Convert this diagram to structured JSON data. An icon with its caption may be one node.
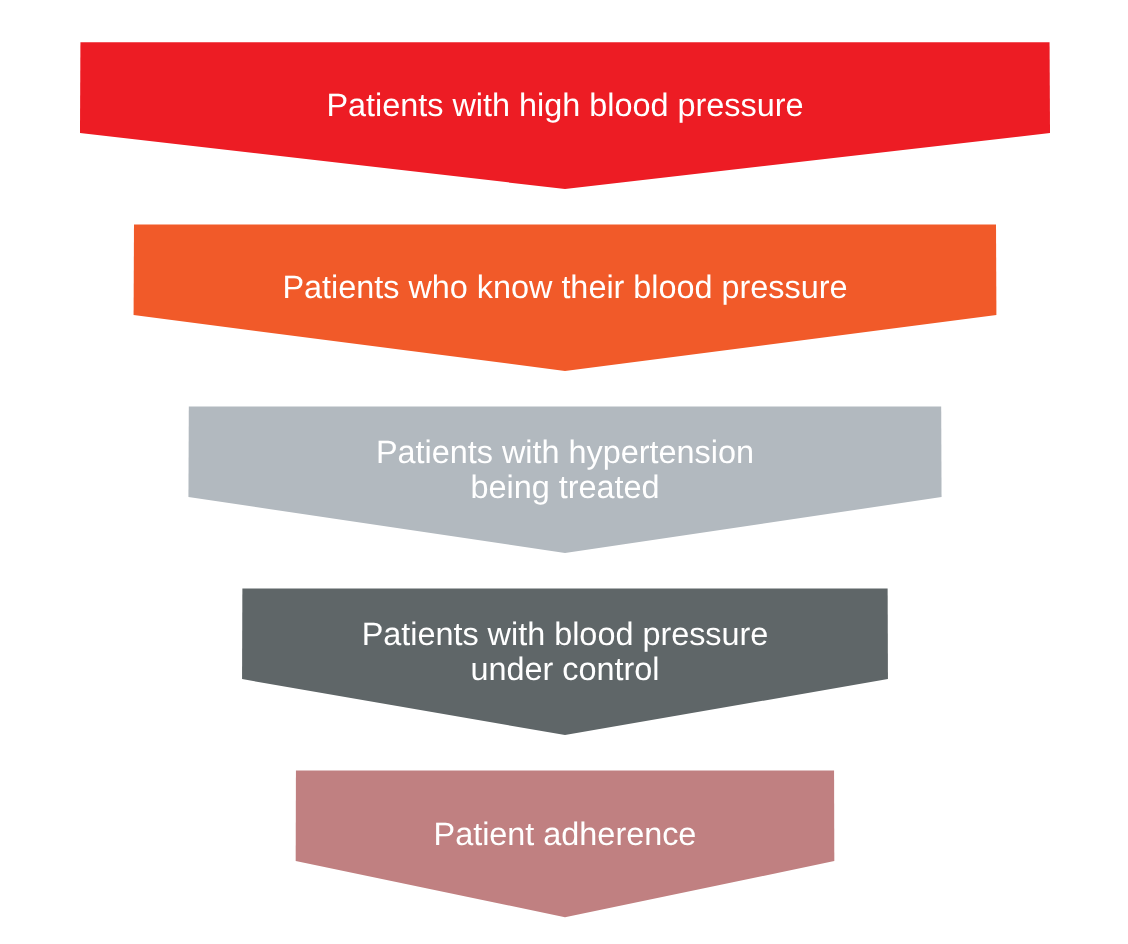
{
  "diagram": {
    "nodes": [
      {
        "text": [
          "Patients with high blood pressure"
        ]
      },
      {
        "text": [
          "Patients who know their blood pressure"
        ]
      },
      {
        "text": [
          "Patients with hypertension being treated"
        ]
      },
      {
        "text": [
          "Patients with blood pressure under control"
        ]
      },
      {
        "text": [
          "Patient adherence"
        ]
      }
    ]
  }
}
